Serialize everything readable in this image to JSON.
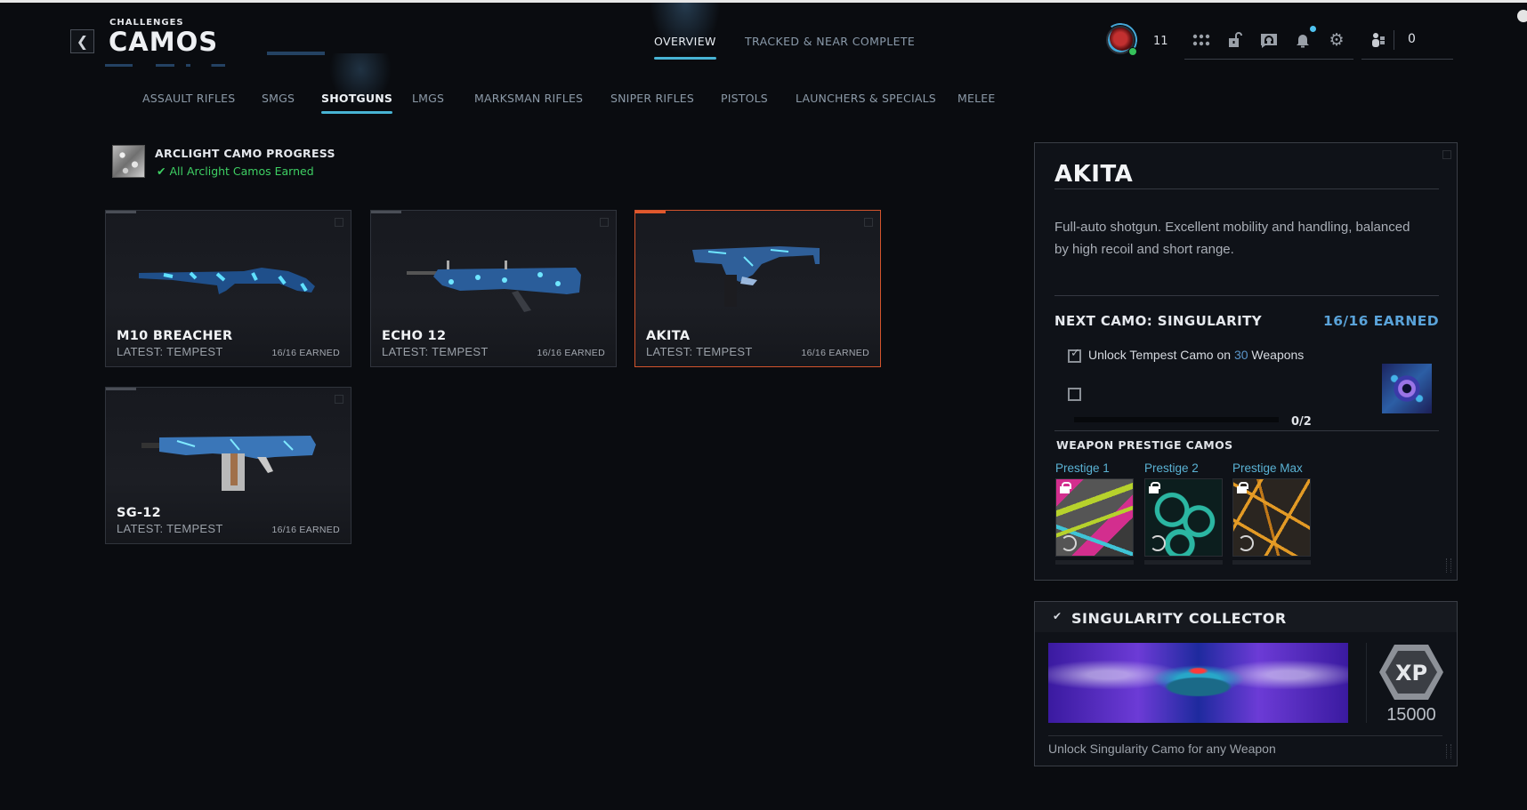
{
  "header": {
    "breadcrumb": "CHALLENGES",
    "title": "CAMOS",
    "back_icon": "chevron-left-icon",
    "tabs": [
      {
        "label": "OVERVIEW",
        "active": true
      },
      {
        "label": "TRACKED & NEAR COMPLETE",
        "active": false
      }
    ],
    "player": {
      "level": "11",
      "online": true
    },
    "hud_icons": [
      "apps-grid-icon",
      "unlock-icon",
      "headset-chat-icon",
      "bell-icon",
      "gear-icon",
      "friends-icon"
    ],
    "friends_count": "0"
  },
  "categories": [
    {
      "label": "ASSAULT RIFLES",
      "active": false
    },
    {
      "label": "SMGS",
      "active": false
    },
    {
      "label": "SHOTGUNS",
      "active": true
    },
    {
      "label": "LMGS",
      "active": false
    },
    {
      "label": "MARKSMAN RIFLES",
      "active": false
    },
    {
      "label": "SNIPER RIFLES",
      "active": false
    },
    {
      "label": "PISTOLS",
      "active": false
    },
    {
      "label": "LAUNCHERS & SPECIALS",
      "active": false
    },
    {
      "label": "MELEE",
      "active": false
    }
  ],
  "arclight": {
    "title": "ARCLIGHT CAMO PROGRESS",
    "status": "All Arclight Camos Earned",
    "status_color": "#3ecf63"
  },
  "weapons": [
    {
      "name": "M10 BREACHER",
      "latest": "LATEST: TEMPEST",
      "earned": "16/16 EARNED",
      "selected": false
    },
    {
      "name": "ECHO 12",
      "latest": "LATEST: TEMPEST",
      "earned": "16/16 EARNED",
      "selected": false
    },
    {
      "name": "AKITA",
      "latest": "LATEST: TEMPEST",
      "earned": "16/16 EARNED",
      "selected": true
    },
    {
      "name": "SG-12",
      "latest": "LATEST: TEMPEST",
      "earned": "16/16 EARNED",
      "selected": false
    }
  ],
  "detail": {
    "weapon_name": "AKITA",
    "description": "Full-auto shotgun. Excellent mobility and handling, balanced by high recoil and short range.",
    "next_camo_label": "NEXT CAMO: SINGULARITY",
    "next_camo_earned": "16/16 EARNED",
    "task": {
      "prefix": "Unlock Tempest Camo on ",
      "highlight": "30",
      "suffix": " Weapons",
      "checked": true
    },
    "task2_checked": false,
    "progress": "0/2",
    "prestige_title": "WEAPON PRESTIGE CAMOS",
    "prestige": [
      {
        "label": "Prestige 1",
        "locked": true
      },
      {
        "label": "Prestige 2",
        "locked": true
      },
      {
        "label": "Prestige Max",
        "locked": true
      }
    ]
  },
  "reward": {
    "title": "SINGULARITY COLLECTOR",
    "completed": true,
    "xp_label": "XP",
    "xp_amount": "15000",
    "description": "Unlock Singularity Camo for any Weapon"
  },
  "colors": {
    "accent": "#48b4d4",
    "selected_border": "#d3542c",
    "earned_blue": "#5aa3d9",
    "success_green": "#3ecf63"
  }
}
